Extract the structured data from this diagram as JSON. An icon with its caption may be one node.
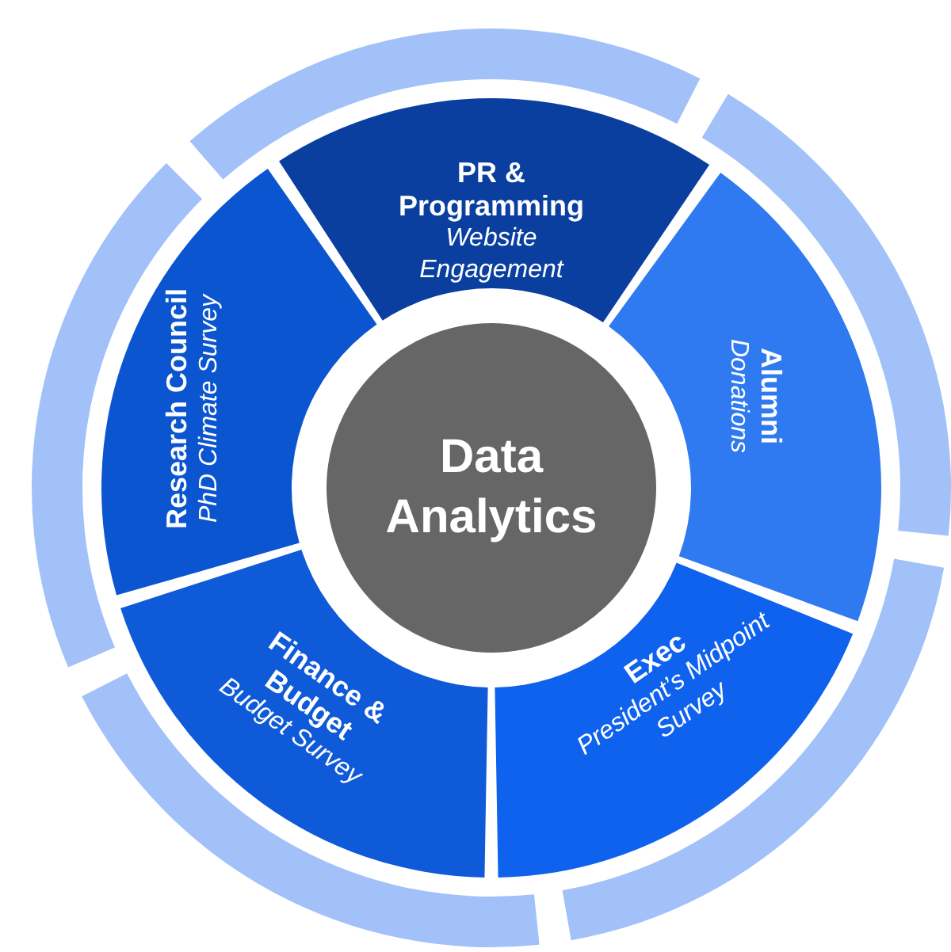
{
  "diagram": {
    "nodes": [
      {
        "text": [
          "Data Analytics"
        ]
      },
      {
        "text": [
          "PR & Programming",
          "Website Engagement"
        ]
      },
      {
        "text": [
          "Alumni",
          "Donations"
        ]
      },
      {
        "text": [
          "Exec",
          "President’s Midpoint Survey"
        ]
      },
      {
        "text": [
          "Finance & Budget",
          "Budget Survey"
        ]
      },
      {
        "text": [
          "Research Council",
          "PhD Climate Survey"
        ]
      }
    ]
  }
}
